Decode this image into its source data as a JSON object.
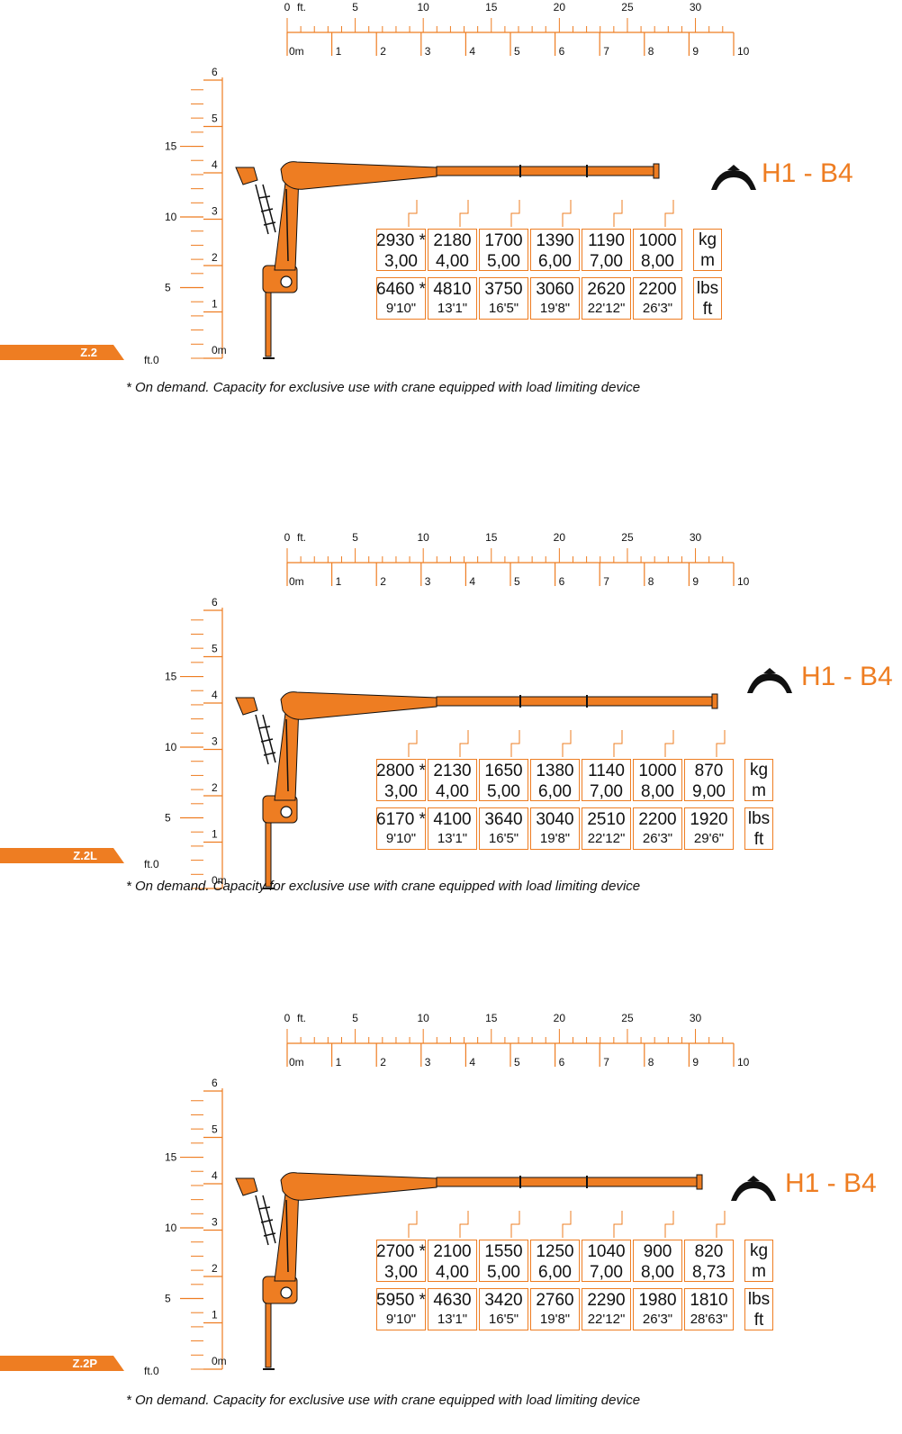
{
  "colors": {
    "accent": "#ee7d22",
    "text": "#111111"
  },
  "scale": {
    "ft_unit": "ft.",
    "ft_labels": [
      "0",
      "5",
      "10",
      "15",
      "20",
      "25",
      "30"
    ],
    "m_labels": [
      "0m",
      "1",
      "2",
      "3",
      "4",
      "5",
      "6",
      "7",
      "8",
      "9",
      "10"
    ],
    "height_m_labels": [
      "0m",
      "1",
      "2",
      "3",
      "4",
      "5",
      "6"
    ],
    "height_ft_labels": [
      "5",
      "10",
      "15"
    ],
    "ft_zero": "ft.0"
  },
  "footnote": "* On demand. Capacity for exclusive use with crane equipped with load limiting device",
  "sections": [
    {
      "model": "Z.2",
      "label": "H1 - B4",
      "kg": [
        "2930 *",
        "2180",
        "1700",
        "1390",
        "1190",
        "1000"
      ],
      "m": [
        "3,00",
        "4,00",
        "5,00",
        "6,00",
        "7,00",
        "8,00"
      ],
      "lbs": [
        "6460 *",
        "4810",
        "3750",
        "3060",
        "2620",
        "2200"
      ],
      "ft": [
        "9'10\"",
        "13'1\"",
        "16'5\"",
        "19'8\"",
        "22'12\"",
        "26'3\""
      ],
      "units": {
        "kg": "kg",
        "m": "m",
        "lbs": "lbs",
        "ft": "ft"
      }
    },
    {
      "model": "Z.2L",
      "label": "H1 - B4",
      "kg": [
        "2800 *",
        "2130",
        "1650",
        "1380",
        "1140",
        "1000",
        "870"
      ],
      "m": [
        "3,00",
        "4,00",
        "5,00",
        "6,00",
        "7,00",
        "8,00",
        "9,00"
      ],
      "lbs": [
        "6170 *",
        "4100",
        "3640",
        "3040",
        "2510",
        "2200",
        "1920"
      ],
      "ft": [
        "9'10\"",
        "13'1\"",
        "16'5\"",
        "19'8\"",
        "22'12\"",
        "26'3\"",
        "29'6\""
      ],
      "units": {
        "kg": "kg",
        "m": "m",
        "lbs": "lbs",
        "ft": "ft"
      }
    },
    {
      "model": "Z.2P",
      "label": "H1 - B4",
      "kg": [
        "2700 *",
        "2100",
        "1550",
        "1250",
        "1040",
        "900",
        "820"
      ],
      "m": [
        "3,00",
        "4,00",
        "5,00",
        "6,00",
        "7,00",
        "8,00",
        "8,73"
      ],
      "lbs": [
        "5950 *",
        "4630",
        "3420",
        "2760",
        "2290",
        "1980",
        "1810"
      ],
      "ft": [
        "9'10\"",
        "13'1\"",
        "16'5\"",
        "19'8\"",
        "22'12\"",
        "26'3\"",
        "28'63\""
      ],
      "units": {
        "kg": "kg",
        "m": "m",
        "lbs": "lbs",
        "ft": "ft"
      }
    }
  ]
}
